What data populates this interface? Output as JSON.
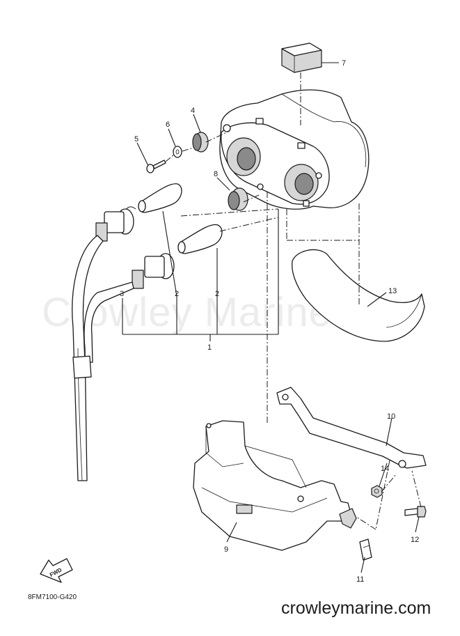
{
  "diagram": {
    "watermark": "Crowley Marine",
    "callouts": [
      "7",
      "4",
      "6",
      "5",
      "8",
      "3",
      "2",
      "2",
      "1",
      "13",
      "10",
      "14",
      "12",
      "9",
      "11"
    ],
    "fwd_label": "FWD",
    "drawing_code": "8FM7100-G420",
    "site": "crowleymarine.com"
  }
}
